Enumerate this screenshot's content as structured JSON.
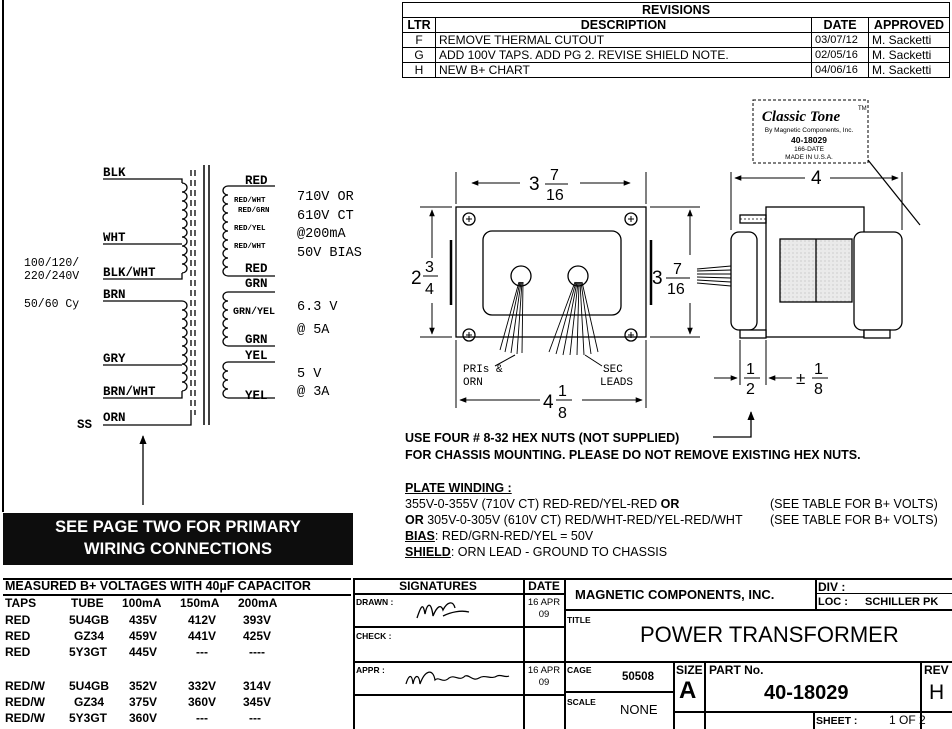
{
  "revisions": {
    "title": "REVISIONS",
    "headers": {
      "ltr": "LTR",
      "description": "DESCRIPTION",
      "date": "DATE",
      "approved": "APPROVED"
    },
    "rows": [
      {
        "ltr": "F",
        "description": "REMOVE THERMAL CUTOUT",
        "date": "03/07/12",
        "approved": "M. Sacketti"
      },
      {
        "ltr": "G",
        "description": "ADD 100V TAPS. ADD PG 2. REVISE SHIELD NOTE.",
        "date": "02/05/16",
        "approved": "M. Sacketti"
      },
      {
        "ltr": "H",
        "description": "NEW B+ CHART",
        "date": "04/06/16",
        "approved": "M. Sacketti"
      }
    ]
  },
  "schematic": {
    "primary": {
      "blk": "BLK",
      "wht": "WHT",
      "blk_wht": "BLK/WHT",
      "brn": "BRN",
      "gry": "GRY",
      "brn_wht": "BRN/WHT",
      "orn": "ORN",
      "ss": "SS",
      "input_v1": "100/120/",
      "input_v2": "220/240V",
      "freq": "50/60 Cy"
    },
    "secondary": {
      "red": "RED",
      "red_wht_a": "RED/WHT",
      "red_grn": "RED/GRN",
      "red_yel": "RED/YEL",
      "red_wht_b": "RED/WHT",
      "red2": "RED",
      "grn": "GRN",
      "grn_yel": "GRN/YEL",
      "grn2": "GRN",
      "yel": "YEL",
      "yel2": "YEL"
    },
    "ratings": {
      "hv1": "710V OR",
      "hv2": "610V CT",
      "hv3": "@200mA",
      "hv4": "50V BIAS",
      "fil1": "6.3 V",
      "fil2": "@ 5A",
      "rect1": "5 V",
      "rect2": "@ 3A"
    }
  },
  "logo": {
    "brand": "Classic Tone",
    "tm": "TM",
    "sub": "By Magnetic Components, Inc.",
    "part": "40-18029",
    "date": "166-DATE",
    "made": "MADE IN U.S.A."
  },
  "dimensions": {
    "top_whole": "3",
    "top_num": "7",
    "top_den": "16",
    "left_whole": "2",
    "left_num": "3",
    "left_den": "4",
    "right_whole": "3",
    "right_num": "7",
    "right_den": "16",
    "bottom_whole": "4",
    "bottom_num": "1",
    "bottom_den": "8",
    "side_width": "4",
    "half_num": "1",
    "half_den": "2",
    "pm": "±",
    "eighth_num": "1",
    "eighth_den": "8",
    "pri_label1": "PRIs  &",
    "pri_label2": "ORN",
    "sec_label1": "SEC",
    "sec_label2": "LEADS"
  },
  "notes": {
    "mount1": "USE FOUR # 8-32 HEX NUTS (NOT SUPPLIED)",
    "mount2": "FOR CHASSIS MOUNTING. PLEASE DO NOT REMOVE EXISTING HEX NUTS.",
    "plate_title": "PLATE WINDING :",
    "plate1": "355V-0-355V (710V CT) RED-RED/YEL-RED",
    "plate1_or": "OR",
    "plate1_see": "(SEE TABLE FOR B+ VOLTS)",
    "plate2_or": "OR",
    "plate2": "305V-0-305V (610V CT) RED/WHT-RED/YEL-RED/WHT",
    "plate2_see": "(SEE TABLE FOR B+ VOLTS)",
    "bias_label": "BIAS",
    "bias_text": ": RED/GRN-RED/YEL = 50V",
    "shield_label": "SHIELD",
    "shield_text": ": ORN LEAD - GROUND TO CHASSIS"
  },
  "banner": {
    "line1": "SEE PAGE TWO FOR PRIMARY",
    "line2": "WIRING CONNECTIONS"
  },
  "bplus": {
    "title": "MEASURED B+ VOLTAGES WITH 40µF CAPACITOR",
    "headers": [
      "TAPS",
      "TUBE",
      "100mA",
      "150mA",
      "200mA"
    ],
    "rows": [
      [
        "RED",
        "5U4GB",
        "435V",
        "412V",
        "393V"
      ],
      [
        "RED",
        "GZ34",
        "459V",
        "441V",
        "425V"
      ],
      [
        "RED",
        "5Y3GT",
        "445V",
        "---",
        "----"
      ],
      [
        "RED/W",
        "5U4GB",
        "352V",
        "332V",
        "314V"
      ],
      [
        "RED/W",
        "GZ34",
        "375V",
        "360V",
        "345V"
      ],
      [
        "RED/W",
        "5Y3GT",
        "360V",
        "---",
        "---"
      ]
    ]
  },
  "titleblock": {
    "signatures": "SIGNATURES",
    "date_hdr": "DATE",
    "drawn": "DRAWN :",
    "check": "CHECK :",
    "appr": "APPR :",
    "drawn_date1": "16 APR",
    "drawn_date2": "09",
    "appr_date1": "16 APR",
    "appr_date2": "09",
    "company": "MAGNETIC COMPONENTS, INC.",
    "div": "DIV :",
    "loc": "LOC :",
    "loc_val": "SCHILLER PK",
    "title_lbl": "TITLE",
    "title_val": "POWER TRANSFORMER",
    "cage": "CAGE",
    "cage_val": "50508",
    "size": "SIZE",
    "size_val": "A",
    "partno": "PART No.",
    "partno_val": "40-18029",
    "rev": "REV",
    "rev_val": "H",
    "scale": "SCALE",
    "scale_val": "NONE",
    "sheet": "SHEET :",
    "sheet_val": "1 OF 2"
  }
}
